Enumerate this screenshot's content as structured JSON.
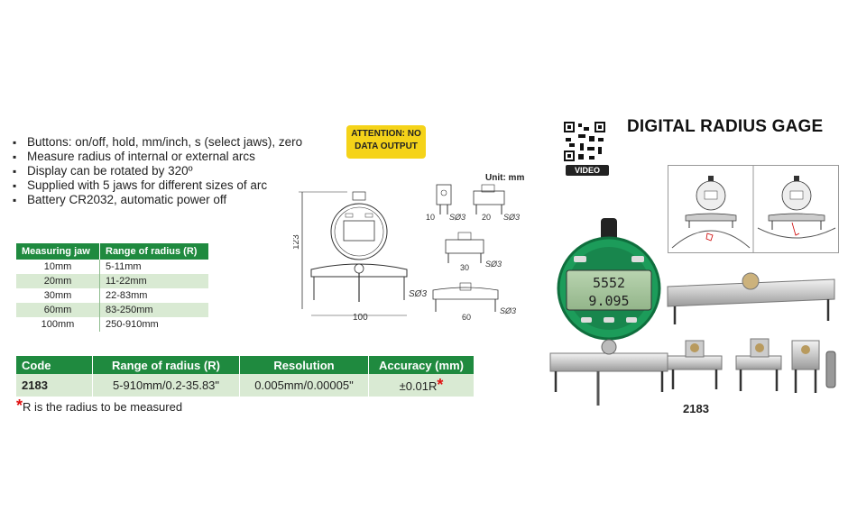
{
  "features": [
    "Buttons: on/off, hold, mm/inch, s (select jaws), zero",
    "Measure radius of internal or external arcs",
    "Display can be rotated by 320º",
    "Supplied with 5 jaws for different sizes of arc",
    "Battery CR2032, automatic power off"
  ],
  "attention": [
    "ATTENTION: NO",
    "DATA OUTPUT"
  ],
  "unit_label": "Unit: mm",
  "title": "DIGITAL RADIUS GAGE",
  "video_label": "VIDEO",
  "jaw_table": {
    "headers": [
      "Measuring jaw",
      "Range of radius (R)"
    ],
    "rows": [
      [
        "10mm",
        "5-11mm"
      ],
      [
        "20mm",
        "11-22mm"
      ],
      [
        "30mm",
        "22-83mm"
      ],
      [
        "60mm",
        "83-250mm"
      ],
      [
        "100mm",
        "250-910mm"
      ]
    ]
  },
  "spec_table": {
    "headers": [
      "Code",
      "Range of radius (R)",
      "Resolution",
      "Accuracy (mm)"
    ],
    "row": [
      "2183",
      "5-910mm/0.2-35.83\"",
      "0.005mm/0.00005\"",
      "±0.01R"
    ],
    "star": "*"
  },
  "footnote": "R is the radius to be measured",
  "drawing": {
    "height_dim": "123",
    "width_dim": "100",
    "ball": "SØ3",
    "jaw_dims": [
      "10",
      "20",
      "30",
      "60"
    ]
  },
  "display": {
    "line1": "5552",
    "line2": "9.095"
  },
  "product_code": "2183",
  "colors": {
    "brand_green": "#1f8a3f",
    "row_green": "#d9ead3",
    "attention_yellow": "#f5d319",
    "star_red": "#e01010"
  }
}
